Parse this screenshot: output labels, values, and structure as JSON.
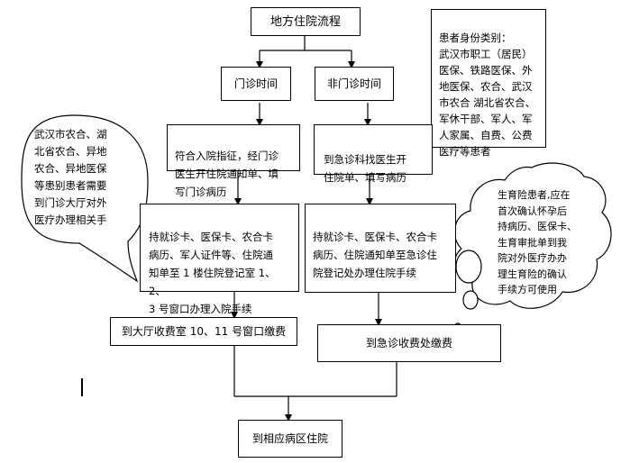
{
  "title": "地方住院流程",
  "outpatient_time": "门诊时间",
  "non_outpatient_time": "非门诊时间",
  "identity_box": "患者身份类别：\n武汉市职工（居民）\n医保、铁路医保、外\n地医保、农合、武汉\n市农合 湖北省农合、\n军休干部、军人、军\n人家属、自费、公费\n医疗等患者",
  "left_bubble": "武汉市农合、湖\n北省农合、异地\n农合、异地医保\n等患别患者需要\n到门诊大厅对外\n医疗办理相关手",
  "outpatient_step1": "符合入院指征，经门诊\n医生开住院通知单、填\n写门诊病历",
  "emergency_step1": "到急诊科找医生开\n住院单、填写病历",
  "outpatient_step2": "持就诊卡、医保卡、农合卡\n病历、军人证件等、住院通\n知单至 1 楼住院登记室 1、2、\n3 号窗口办理入院手续",
  "emergency_step2": "持就诊卡、医保卡、农合卡\n病历、住院通知单至急诊住\n院登记处办理住院手续",
  "outpatient_pay": "到大厅收费室 10、11 号窗口缴费",
  "emergency_pay": "到急诊收费处缴费",
  "final": "到相应病区住院",
  "right_cloud": "生育险患者,应在\n首次确认怀孕后\n持病历、医保卡、\n生育审批单到我\n院对外医疗办办\n理生育险的确认\n手续方可使用"
}
